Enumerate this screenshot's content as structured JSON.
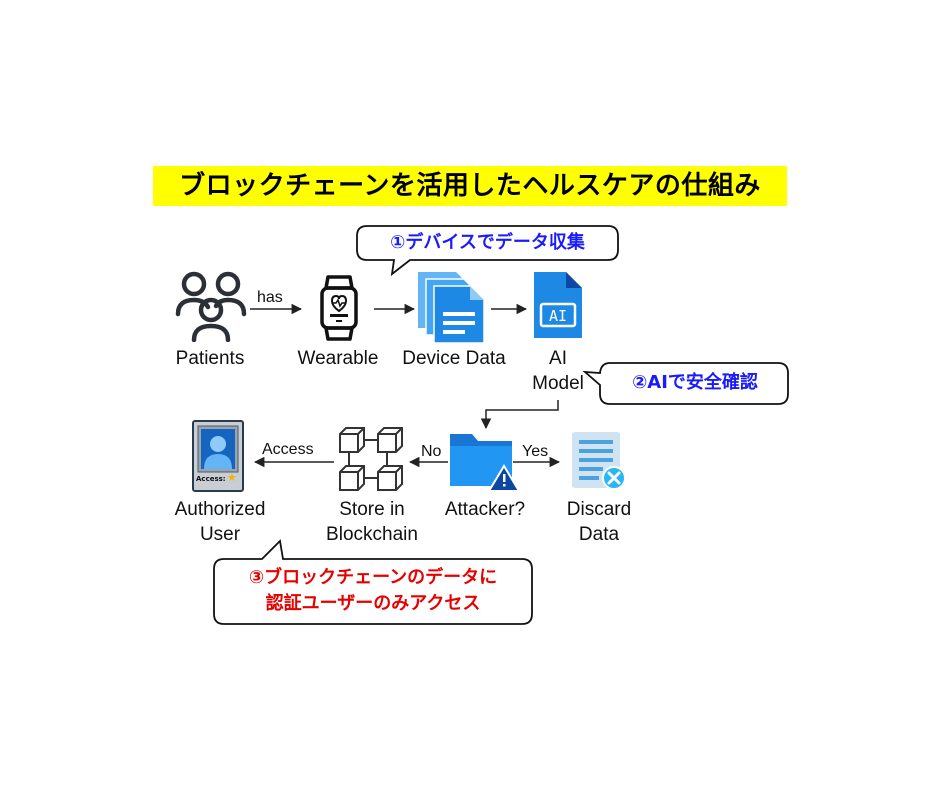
{
  "title": "ブロックチェーンを活用したヘルスケアの仕組み",
  "nodes": {
    "patients": "Patients",
    "wearable": "Wearable",
    "device_data": "Device Data",
    "ai_model": "AI\nModel",
    "attacker": "Attacker?",
    "discard": "Discard\nData",
    "blockchain": "Store in\nBlockchain",
    "authorized_user": "Authorized\nUser"
  },
  "badge": {
    "access_text": "Access:"
  },
  "edges": {
    "has": "has",
    "no": "No",
    "yes": "Yes",
    "access": "Access"
  },
  "callouts": {
    "step1": "①デバイスでデータ収集",
    "step2": "②AIで安全確認",
    "step3": "③ブロックチェーンのデータに\n認証ユーザーのみアクセス"
  },
  "colors": {
    "title_bg": "#ffff00",
    "step1_text": "#1a1aff",
    "step2_text": "#1a1aff",
    "step3_text": "#e60000",
    "icon_blue": "#1e88e5"
  },
  "icons": [
    "people-icon",
    "smartwatch-icon",
    "documents-icon",
    "ai-file-icon",
    "folder-warning-icon",
    "discard-data-icon",
    "blockchain-icon",
    "id-badge-icon"
  ]
}
